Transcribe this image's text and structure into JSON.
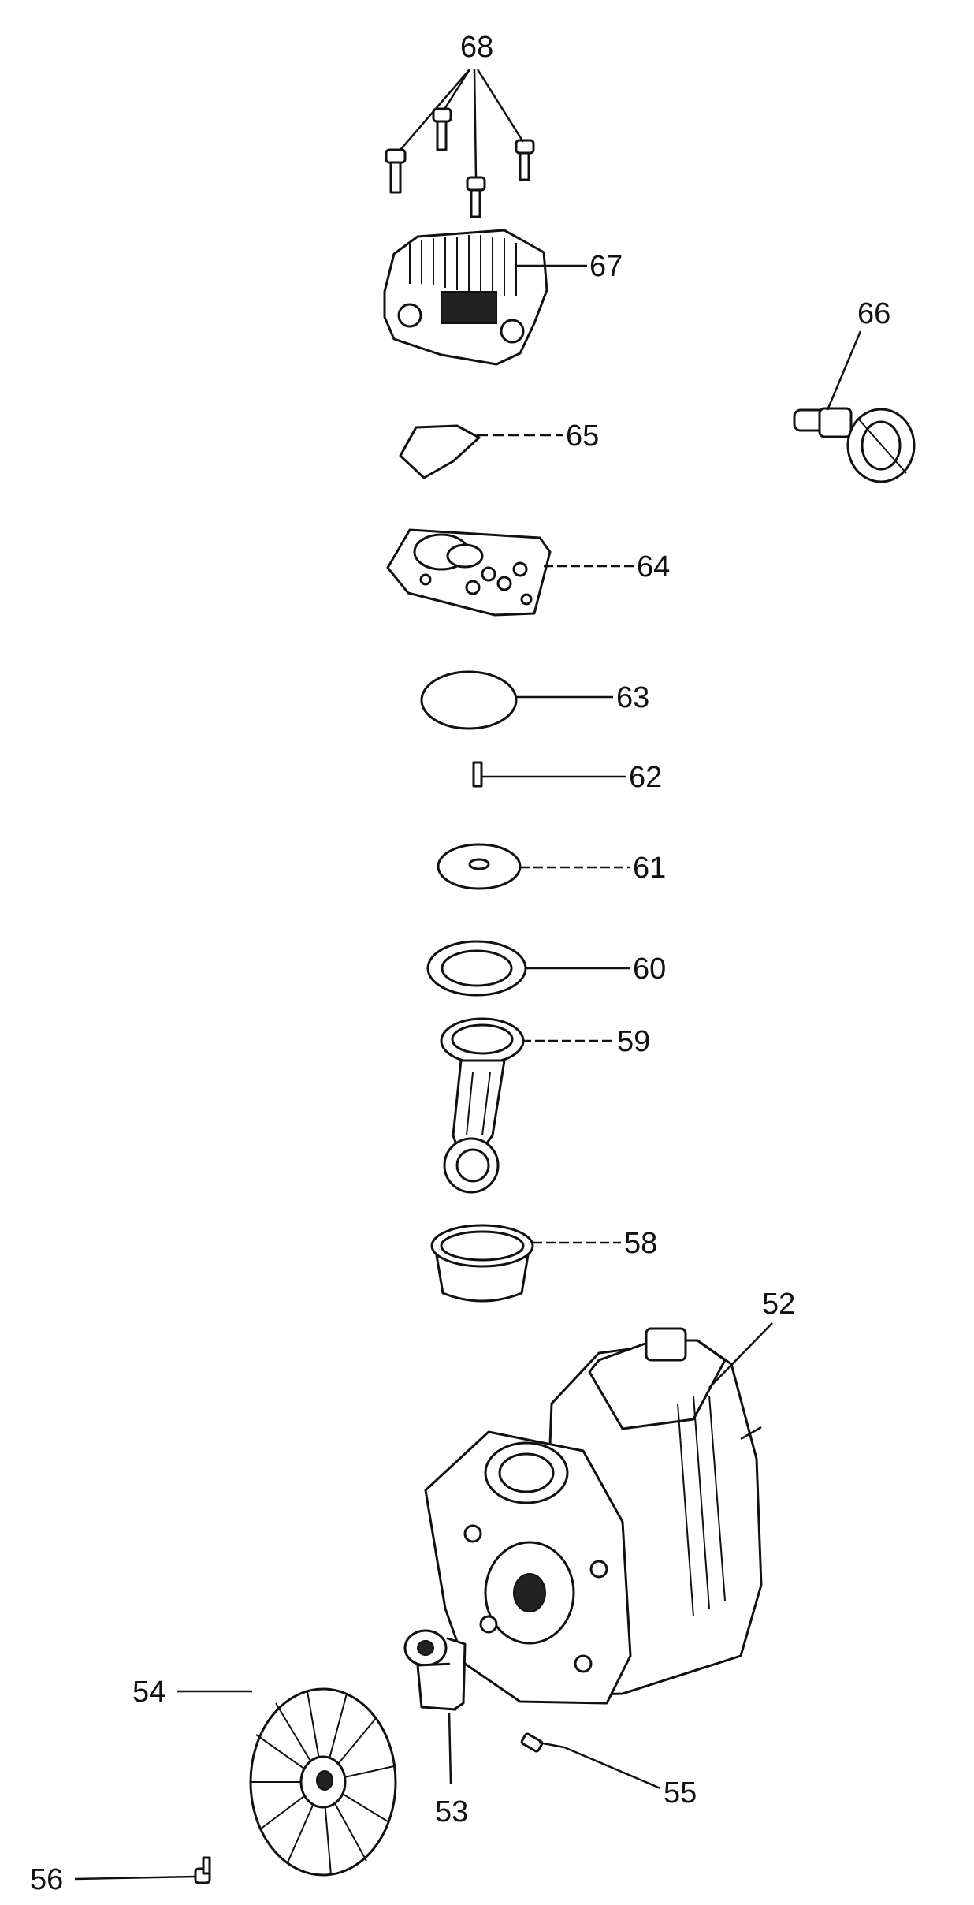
{
  "labels": {
    "p52": "52",
    "p53": "53",
    "p54": "54",
    "p55": "55",
    "p56": "56",
    "p58": "58",
    "p59": "59",
    "p60": "60",
    "p61": "61",
    "p62": "62",
    "p63": "63",
    "p64": "64",
    "p65": "65",
    "p66": "66",
    "p67": "67",
    "p68": "68"
  }
}
